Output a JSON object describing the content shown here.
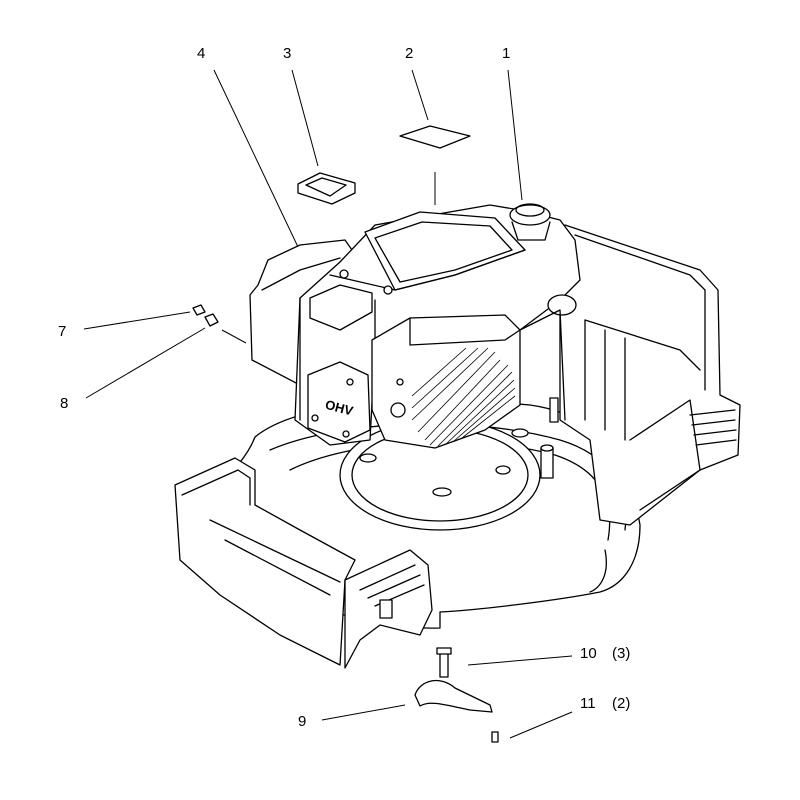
{
  "callouts": {
    "c1": "1",
    "c2": "2",
    "c3": "3",
    "c4": "4",
    "c7": "7",
    "c8": "8",
    "c9": "9",
    "c10": "10",
    "c10_qty": "(3)",
    "c11": "11",
    "c11_qty": "(2)"
  },
  "engine_badge": "OHV"
}
